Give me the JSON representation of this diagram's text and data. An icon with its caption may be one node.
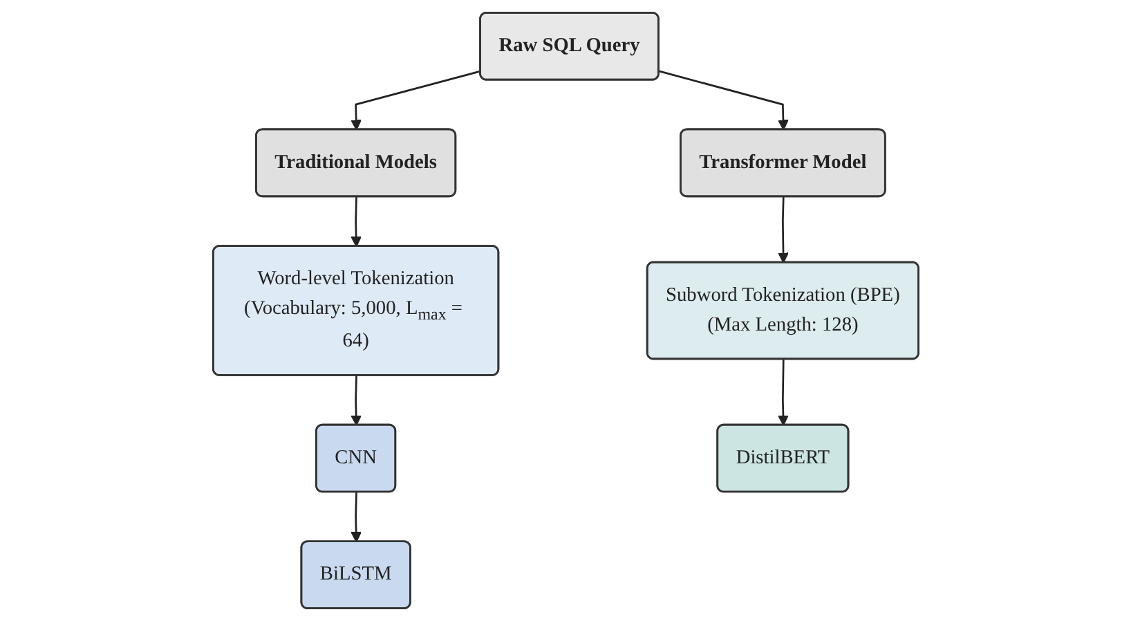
{
  "diagram": {
    "nodes": [
      {
        "text": [
          "Raw SQL Query"
        ]
      },
      {
        "text": [
          "Traditional Models"
        ]
      },
      {
        "text": [
          "Transformer Model"
        ]
      },
      {
        "text": [
          "Word-level Tokenization",
          "(Vocabulary: 5,000, L$_{max}$ = 64)"
        ]
      },
      {
        "text": [
          "CNN"
        ]
      },
      {
        "text": [
          "BiLSTM"
        ]
      },
      {
        "text": [
          "Subword Tokenization (BPE)",
          "(Max Length: 128)"
        ]
      },
      {
        "text": [
          "DistilBERT"
        ]
      }
    ],
    "edges": [
      {
        "from": 0,
        "to": 1,
        "arrow": "to"
      },
      {
        "from": 0,
        "to": 2,
        "arrow": "to"
      },
      {
        "from": 1,
        "to": 3,
        "arrow": "to"
      },
      {
        "from": 3,
        "to": 4,
        "arrow": "to"
      },
      {
        "from": 4,
        "to": 5,
        "arrow": "to"
      },
      {
        "from": 2,
        "to": 6,
        "arrow": "to"
      },
      {
        "from": 6,
        "to": 7,
        "arrow": "to"
      }
    ]
  }
}
